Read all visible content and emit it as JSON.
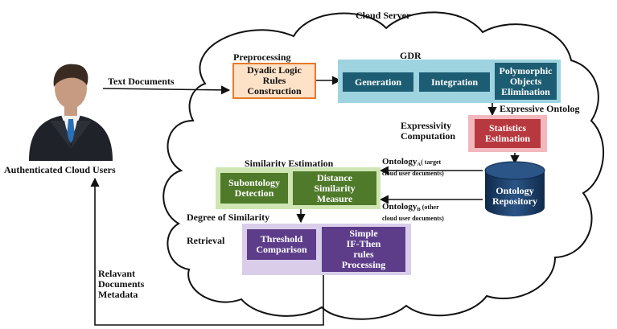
{
  "title": "Cloud Server",
  "user": {
    "label": "Authenticated Cloud Users"
  },
  "flows": {
    "text_documents": "Text Documents",
    "relevant_documents": [
      "Relavant",
      "Documents",
      "Metadata"
    ],
    "expressive_ontology": "Expressive Ontolog",
    "degree_of_similarity": "Degree of Similarity"
  },
  "stages": {
    "preprocessing": "Preprocessing",
    "gdr": "GDR",
    "expressivity": [
      "Expressivity",
      "Computation"
    ],
    "similarity_estimation": "Similarity Estimation",
    "retrieval": "Retrieval"
  },
  "boxes": {
    "dyadic": [
      "Dyadic Logic",
      "Rules",
      "Construction"
    ],
    "generation": "Generation",
    "integration": "Integration",
    "polymorphic": [
      "Polymorphic",
      "Objects",
      "Elimination"
    ],
    "statistics": [
      "Statistics",
      "Estimation"
    ],
    "repository": [
      "Ontology",
      "Repository"
    ],
    "subontology": [
      "Subontology",
      "Detection"
    ],
    "distance": [
      "Distance",
      "Similarity",
      "Measure"
    ],
    "threshold": [
      "Threshold",
      "Comparison"
    ],
    "simple_rules": [
      "Simple",
      "IF-Then",
      "rules",
      "Processing"
    ]
  },
  "ontology_a": {
    "name": "Ontology",
    "sub": "A",
    "note1": "( target",
    "note2": "cloud user documents)"
  },
  "ontology_b": {
    "name": "Ontology",
    "sub": "B",
    "note1": " (other",
    "note2": "cloud user documents)"
  },
  "colors": {
    "cloud_stroke": "#111111",
    "gdr_panel": "#9ed3e0",
    "gdr_box": "#1d5d73",
    "preprocess_border": "#e87a2a",
    "preprocess_fill": "#fde2c8",
    "stats_panel": "#f2b8bd",
    "stats_box": "#b8383f",
    "similarity_panel": "#cfe6b4",
    "similarity_box": "#4f7a2a",
    "retrieval_panel": "#d9cdea",
    "retrieval_box": "#5d3d8a",
    "repository": "#17375e"
  },
  "icons": {
    "user": "businessman-icon",
    "repository": "database-cylinder-icon"
  }
}
